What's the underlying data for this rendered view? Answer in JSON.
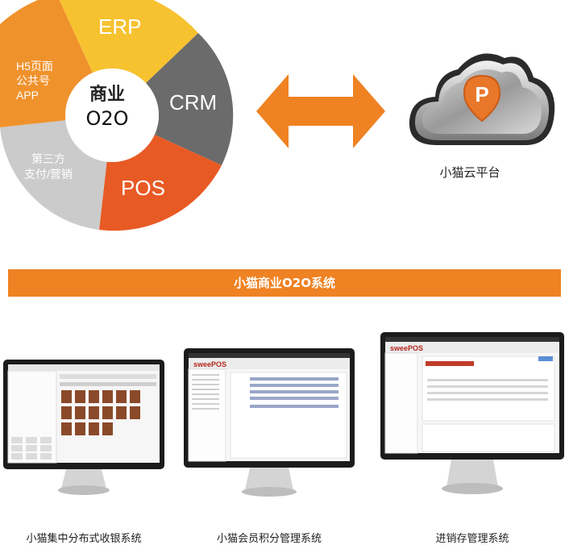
{
  "wheel": {
    "center_line1": "商业",
    "center_line2": "O2O",
    "segments": [
      {
        "label": "ERP",
        "color": "#f7c230"
      },
      {
        "label": "CRM",
        "color": "#6b6b6b"
      },
      {
        "label": "POS",
        "color": "#e85a24"
      },
      {
        "label_line1": "第三方",
        "label_line2": "支付/营销",
        "color": "#c8c8c8"
      },
      {
        "label_line1": "H5页面",
        "label_line2": "公共号",
        "label_line3": "APP",
        "color": "#f0922c"
      }
    ]
  },
  "arrow_color": "#ef8222",
  "cloud": {
    "title": "小猫云平台",
    "badge_icon": "p-location-badge-icon"
  },
  "banner": {
    "title": "小猫商业O2O系统",
    "color": "#ef8222"
  },
  "monitors": [
    {
      "caption": "小猫集中分布式收银系统"
    },
    {
      "caption": "小猫会员积分管理系统",
      "logo": "sweePOS"
    },
    {
      "caption": "进销存管理系统",
      "logo": "sweePOS"
    }
  ]
}
